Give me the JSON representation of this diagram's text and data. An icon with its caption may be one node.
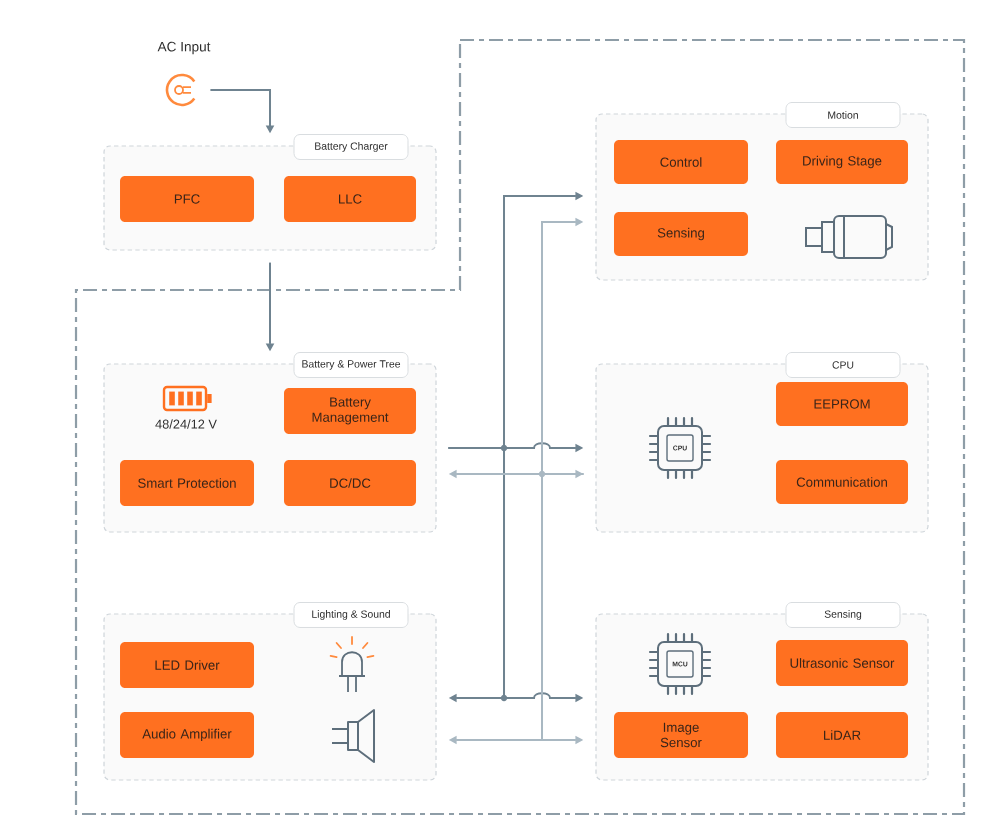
{
  "diagram": {
    "nodes": [
      {
        "text": [],
        "shape": "picture",
        "beside": [
          "AC Input"
        ]
      },
      {
        "text": [
          "Battery Charger"
        ]
      },
      {
        "text": [
          "PFC"
        ],
        "in": 1
      },
      {
        "text": [
          "LLC"
        ],
        "in": 1
      },
      {
        "text": [
          "Motion"
        ]
      },
      {
        "text": [
          "Control"
        ],
        "in": 4
      },
      {
        "text": [
          "Driving Stage"
        ],
        "in": 4
      },
      {
        "text": [
          "Sensing"
        ],
        "in": 4
      },
      {
        "text": [
          "Battery & Power Tree",
          "48/24/12 V"
        ]
      },
      {
        "text": [
          "Battery Management"
        ],
        "in": 8
      },
      {
        "text": [
          "Smart Protection"
        ],
        "in": 8
      },
      {
        "text": [
          "DC/DC"
        ],
        "in": 8
      },
      {
        "text": [
          "CPU"
        ]
      },
      {
        "text": [
          "CPU"
        ],
        "in": 12
      },
      {
        "text": [
          "EEPROM"
        ],
        "in": 12
      },
      {
        "text": [
          "Communication"
        ],
        "in": 12
      },
      {
        "text": [
          "Lighting & Sound"
        ]
      },
      {
        "text": [
          "LED Driver"
        ],
        "in": 16
      },
      {
        "text": [
          "Audio Amplifier"
        ],
        "in": 16
      },
      {
        "text": [
          "Sensing"
        ]
      },
      {
        "text": [
          "MCU"
        ],
        "in": 19
      },
      {
        "text": [
          "Ultrasonic Sensor"
        ],
        "in": 19
      },
      {
        "text": [
          "Image Sensor"
        ],
        "in": 19
      },
      {
        "text": [
          "LiDAR"
        ],
        "in": 19
      }
    ],
    "edges": [
      {
        "from": 0,
        "to": 1,
        "arrow": "to"
      },
      {
        "from": 1,
        "to": 8,
        "arrow": "to"
      },
      {
        "from": 8,
        "to": 4,
        "arrow": "to"
      },
      {
        "from": 8,
        "to": 12,
        "arrow": "to"
      },
      {
        "from": 8,
        "to": 19,
        "arrow": "to"
      },
      {
        "from": 8,
        "to": 16,
        "arrow": "to"
      },
      {
        "from": 12,
        "to": 8,
        "arrow": "both",
        "color": "#a9b8c2"
      },
      {
        "from": 12,
        "to": 4,
        "arrow": "to",
        "color": "#a9b8c2"
      },
      {
        "from": 12,
        "to": 19,
        "arrow": "to",
        "color": "#a9b8c2"
      },
      {
        "from": 12,
        "to": 16,
        "arrow": "to",
        "color": "#a9b8c2"
      }
    ]
  }
}
